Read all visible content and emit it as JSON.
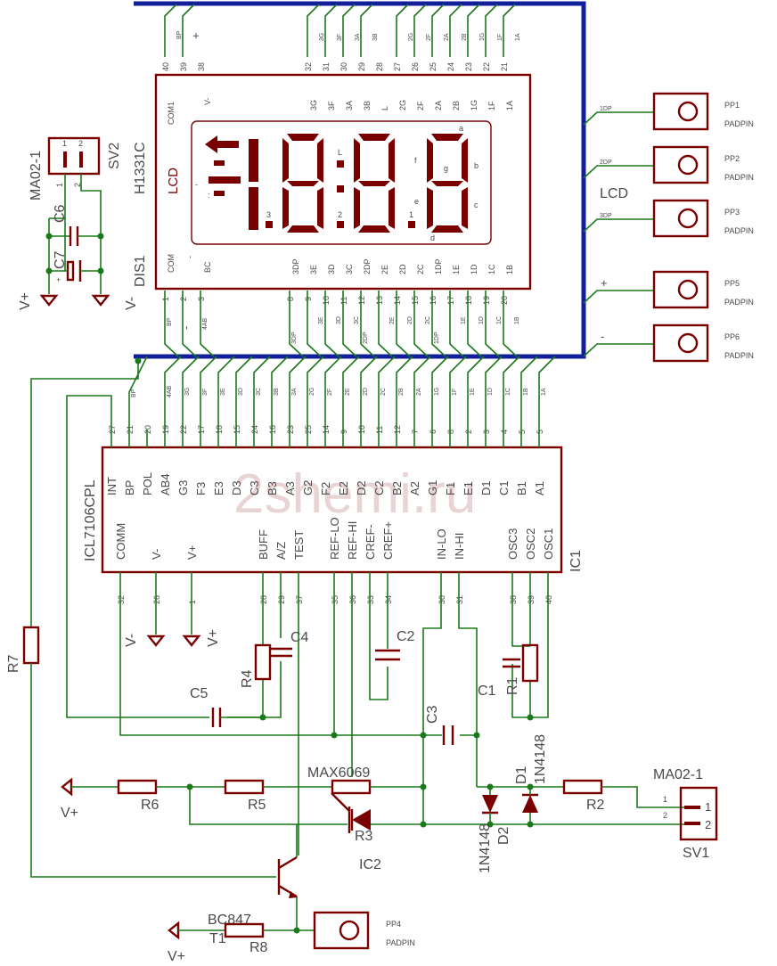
{
  "watermark": "2shemi.ru",
  "display": {
    "ref": "DIS1",
    "type": "H1331C",
    "kind": "LCD",
    "top_pin_labels": [
      "COM1",
      "V-",
      "3G",
      "3F",
      "3A",
      "3B",
      "L",
      "2G",
      "2F",
      "2A",
      "2B",
      "1G",
      "1F",
      "1A"
    ],
    "top_pin_numbers": [
      "40",
      "39",
      "38",
      "32",
      "31",
      "30",
      "29",
      "28",
      "27",
      "26",
      "25",
      "24",
      "23",
      "22",
      "21"
    ],
    "bottom_pin_labels": [
      "COM",
      "-",
      "BC",
      "3DP",
      "3E",
      "3D",
      "3C",
      "2DP",
      "2E",
      "2D",
      "2C",
      "1DP",
      "1E",
      "1D",
      "1C",
      "1B"
    ],
    "bottom_pin_numbers": [
      "1",
      "2",
      "3",
      "8",
      "9",
      "10",
      "11",
      "12",
      "13",
      "14",
      "15",
      "16",
      "17",
      "18",
      "19",
      "20"
    ],
    "segment_letters": [
      "a",
      "b",
      "c",
      "d",
      "e",
      "f",
      "g"
    ],
    "digit_marks": [
      "3",
      "2",
      "1",
      "L"
    ]
  },
  "top_bus_net_labels": [
    "BP",
    "+",
    "3G",
    "3F",
    "3A",
    "3B",
    "2G",
    "2F",
    "2A",
    "2B",
    "1G",
    "1F",
    "1A"
  ],
  "bottom_bus_net_labels": [
    "BP",
    "-",
    "4AB",
    "3DP",
    "3E",
    "3D",
    "3C",
    "2DP",
    "2E",
    "2D",
    "2C",
    "1DP",
    "1E",
    "1D",
    "1C",
    "1B"
  ],
  "ic_bus_net_labels": [
    "BP",
    "4AB",
    "3G",
    "3F",
    "3E",
    "3D",
    "3C",
    "3B",
    "3A",
    "2G",
    "2F",
    "2E",
    "2D",
    "2C",
    "2B",
    "2A",
    "1G",
    "1F",
    "1E",
    "1D",
    "1C",
    "1B",
    "1A"
  ],
  "bus_label": "LCD",
  "pads": [
    {
      "ref": "PP1",
      "type": "PADPIN",
      "net": "1DP"
    },
    {
      "ref": "PP2",
      "type": "PADPIN",
      "net": "2DP"
    },
    {
      "ref": "PP3",
      "type": "PADPIN",
      "net": "3DP"
    },
    {
      "ref": "PP5",
      "type": "PADPIN",
      "net": "+"
    },
    {
      "ref": "PP6",
      "type": "PADPIN",
      "net": "-"
    },
    {
      "ref": "PP4",
      "type": "PADPIN",
      "net": ""
    }
  ],
  "ic1": {
    "ref": "IC1",
    "type": "ICL7106CPL",
    "top_pins": [
      {
        "num": "27",
        "name": "INT"
      },
      {
        "num": "21",
        "name": "BP"
      },
      {
        "num": "20",
        "name": "POL"
      },
      {
        "num": "19",
        "name": "AB4"
      },
      {
        "num": "22",
        "name": "G3"
      },
      {
        "num": "17",
        "name": "F3"
      },
      {
        "num": "18",
        "name": "E3"
      },
      {
        "num": "15",
        "name": "D3"
      },
      {
        "num": "24",
        "name": "C3"
      },
      {
        "num": "16",
        "name": "B3"
      },
      {
        "num": "23",
        "name": "A3"
      },
      {
        "num": "25",
        "name": "G2"
      },
      {
        "num": "14",
        "name": "F2"
      },
      {
        "num": "9",
        "name": "E2"
      },
      {
        "num": "10",
        "name": "D2"
      },
      {
        "num": "11",
        "name": "C2"
      },
      {
        "num": "12",
        "name": "B2"
      },
      {
        "num": "7",
        "name": "A2"
      },
      {
        "num": "6",
        "name": "G1"
      },
      {
        "num": "8",
        "name": "F1"
      },
      {
        "num": "2",
        "name": "E1"
      },
      {
        "num": "3",
        "name": "D1"
      },
      {
        "num": "4",
        "name": "C1"
      },
      {
        "num": "5",
        "name": "B1"
      },
      {
        "num": "5",
        "name": "A1"
      }
    ],
    "bottom_pins": [
      {
        "num": "32",
        "name": "COMM"
      },
      {
        "num": "26",
        "name": "V-"
      },
      {
        "num": "1",
        "name": "V+"
      },
      {
        "num": "28",
        "name": "BUFF"
      },
      {
        "num": "29",
        "name": "A/Z"
      },
      {
        "num": "37",
        "name": "TEST"
      },
      {
        "num": "35",
        "name": "REF-LO"
      },
      {
        "num": "36",
        "name": "REF-HI"
      },
      {
        "num": "33",
        "name": "CREF-"
      },
      {
        "num": "34",
        "name": "CREF+"
      },
      {
        "num": "30",
        "name": "IN-LO"
      },
      {
        "num": "31",
        "name": "IN-HI"
      },
      {
        "num": "38",
        "name": "OSC3"
      },
      {
        "num": "39",
        "name": "OSC2"
      },
      {
        "num": "40",
        "name": "OSC1"
      }
    ]
  },
  "components": {
    "sv2": {
      "ref": "SV2",
      "type": "MA02-1",
      "pins": [
        "1",
        "2"
      ]
    },
    "sv1": {
      "ref": "SV1",
      "type": "MA02-1",
      "pins": [
        "1",
        "2"
      ]
    },
    "c6": "C6",
    "c7": "C7",
    "c5": "C5",
    "c4": "C4",
    "c2": "C2",
    "c1": "C1",
    "c3": "C3",
    "r4": "R4",
    "r7": "R7",
    "r6": "R6",
    "r5": "R5",
    "r2": "R2",
    "r3": "R3",
    "r8": "R8",
    "r1": "R1",
    "ic2": {
      "ref": "IC2",
      "type": "MAX6069"
    },
    "d1": {
      "ref": "D1",
      "type": "1N4148"
    },
    "d2": {
      "ref": "D2",
      "type": "1N4148"
    },
    "t1": {
      "ref": "T1",
      "type": "BC847"
    }
  },
  "supply_labels": {
    "vplus": "V+",
    "vminus": "V-"
  }
}
